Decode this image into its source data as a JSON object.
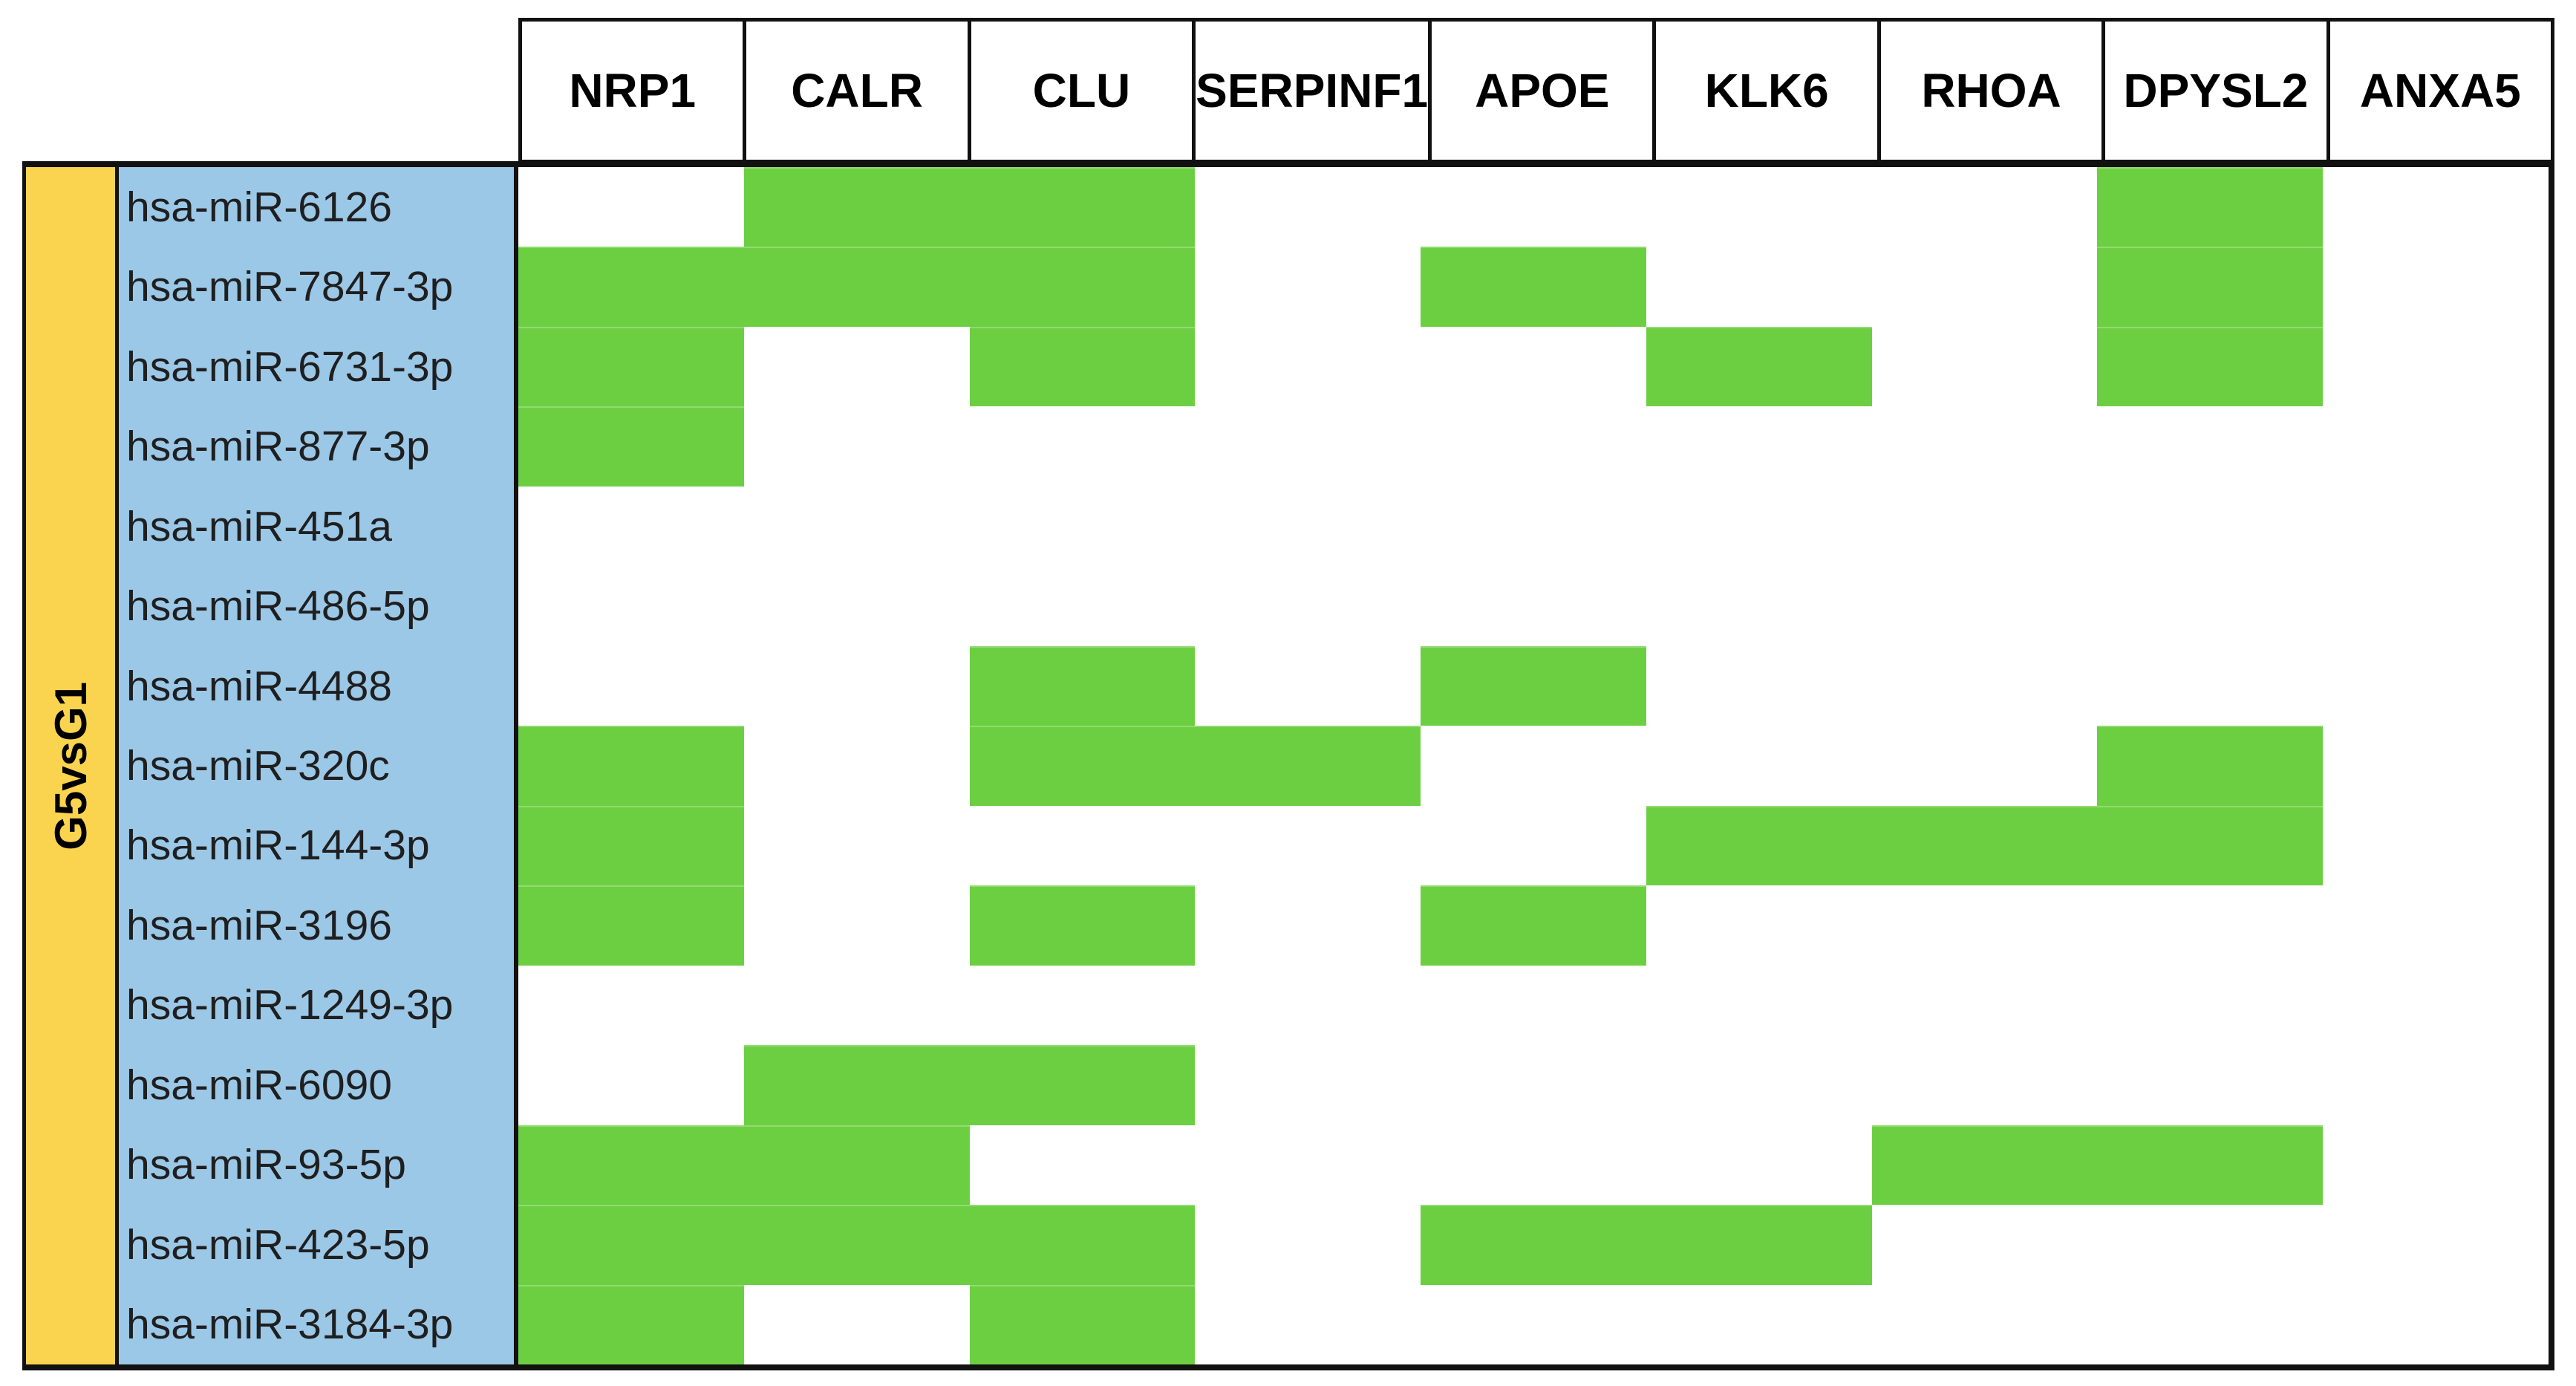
{
  "chart_data": {
    "type": "heatmap",
    "group_label": "G5vsG1",
    "x_categories": [
      "NRP1",
      "CALR",
      "CLU",
      "SERPINF1",
      "APOE",
      "KLK6",
      "RHOA",
      "DPYSL2",
      "ANXA5"
    ],
    "y_categories": [
      "hsa-miR-6126",
      "hsa-miR-7847-3p",
      "hsa-miR-6731-3p",
      "hsa-miR-877-3p",
      "hsa-miR-451a",
      "hsa-miR-486-5p",
      "hsa-miR-4488",
      "hsa-miR-320c",
      "hsa-miR-144-3p",
      "hsa-miR-3196",
      "hsa-miR-1249-3p",
      "hsa-miR-6090",
      "hsa-miR-93-5p",
      "hsa-miR-423-5p",
      "hsa-miR-3184-3p"
    ],
    "matrix": [
      [
        0,
        1,
        1,
        0,
        0,
        0,
        0,
        1,
        0
      ],
      [
        1,
        1,
        1,
        0,
        1,
        0,
        0,
        1,
        0
      ],
      [
        1,
        0,
        1,
        0,
        0,
        1,
        0,
        1,
        0
      ],
      [
        1,
        0,
        0,
        0,
        0,
        0,
        0,
        0,
        0
      ],
      [
        0,
        0,
        0,
        0,
        0,
        0,
        0,
        0,
        0
      ],
      [
        0,
        0,
        0,
        0,
        0,
        0,
        0,
        0,
        0
      ],
      [
        0,
        0,
        1,
        0,
        1,
        0,
        0,
        0,
        0
      ],
      [
        1,
        0,
        1,
        1,
        0,
        0,
        0,
        1,
        0
      ],
      [
        1,
        0,
        0,
        0,
        0,
        1,
        1,
        1,
        0
      ],
      [
        1,
        0,
        1,
        0,
        1,
        0,
        0,
        0,
        0
      ],
      [
        0,
        0,
        0,
        0,
        0,
        0,
        0,
        0,
        0
      ],
      [
        0,
        1,
        1,
        0,
        0,
        0,
        0,
        0,
        0
      ],
      [
        1,
        1,
        0,
        0,
        0,
        0,
        1,
        1,
        0
      ],
      [
        1,
        1,
        1,
        0,
        1,
        1,
        0,
        0,
        0
      ],
      [
        1,
        0,
        1,
        0,
        0,
        0,
        0,
        0,
        0
      ]
    ],
    "colors": {
      "cell_fill": "#6CCF42",
      "row_label_bg": "#9CC8E8",
      "group_label_bg": "#FAD34F",
      "border": "#111111",
      "header_text": "#000000",
      "row_label_text": "#1F1F1F"
    },
    "grid": false,
    "legend_position": "none"
  }
}
